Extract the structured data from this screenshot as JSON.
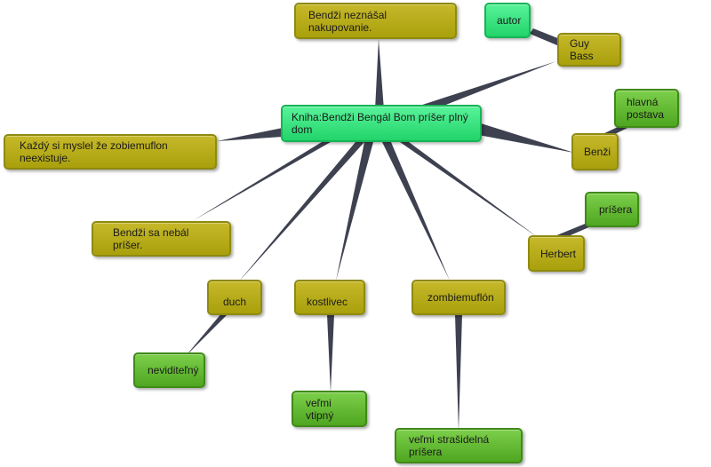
{
  "colors": {
    "link": "#3e4150",
    "olive_node": "#b3aa14",
    "green_node": "#5db52e",
    "bright_node": "#33e07c"
  },
  "nodes": {
    "center": "Kniha:Bendži Bengál Bom príšer plný dom",
    "nakupovanie": "Bendži neznášal nakupovanie.",
    "autor": "autor",
    "guy_bass": "Guy Bass",
    "hlavna_postava": "hlavná postava",
    "benzi": "Benži",
    "zobiemuflon": "Každý si myslel že zobiemuflon neexistuje.",
    "nebal_priser": "Bendži sa nebál príšer.",
    "prisera": "príšera",
    "herbert": "Herbert",
    "duch": "duch",
    "kostlivec": "kostlivec",
    "zombiemuflon": "zombiemuflón",
    "neviditelny": "neviditeľný",
    "velmi_vtipny": "veľmi vtipný",
    "velmi_strasidelna_prisera": "veľmi strašidelná príšera"
  }
}
